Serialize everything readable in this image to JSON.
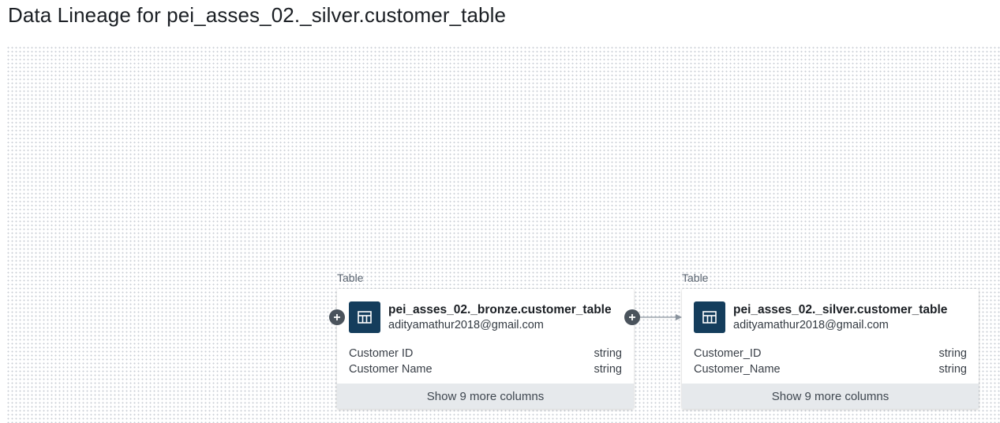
{
  "page": {
    "title": "Data Lineage for pei_asses_02._silver.customer_table"
  },
  "nodes": [
    {
      "type_label": "Table",
      "name": "pei_asses_02._bronze.customer_table",
      "owner": "adityamathur2018@gmail.com",
      "icon": "table-icon",
      "columns": [
        {
          "name": "Customer ID",
          "type": "string"
        },
        {
          "name": "Customer Name",
          "type": "string"
        }
      ],
      "show_more_label": "Show 9 more columns"
    },
    {
      "type_label": "Table",
      "name": "pei_asses_02._silver.customer_table",
      "owner": "adityamathur2018@gmail.com",
      "icon": "table-icon",
      "columns": [
        {
          "name": "Customer_ID",
          "type": "string"
        },
        {
          "name": "Customer_Name",
          "type": "string"
        }
      ],
      "show_more_label": "Show 9 more columns"
    }
  ],
  "colors": {
    "icon_bg": "#143d5c",
    "expand_button": "#4a535c",
    "edge": "#8a949e",
    "show_more_bg": "#e6e9ec"
  }
}
